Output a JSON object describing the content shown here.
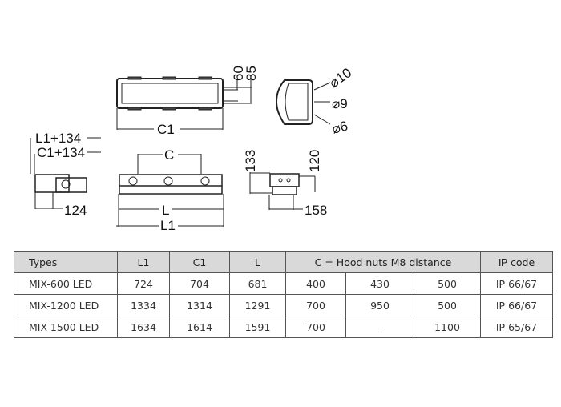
{
  "drawing": {
    "top_view": {
      "width_label": "C1",
      "dim_a": "60",
      "dim_b": "85"
    },
    "end_view": {
      "d1": "⌀10",
      "d2": "⌀9",
      "d3": "⌀6"
    },
    "side_view": {
      "top1": "L1+134",
      "top2": "C1+134",
      "bottom": "124"
    },
    "front_view": {
      "top": "C",
      "bottom1": "L",
      "bottom2": "L1"
    },
    "end_side_view": {
      "h1": "133",
      "h2": "120",
      "w": "158"
    }
  },
  "table": {
    "headers": [
      "Types",
      "L1",
      "C1",
      "L",
      "C = Hood nuts M8 distance",
      "IP code"
    ],
    "rows": [
      [
        "MIX-600 LED",
        "724",
        "704",
        "681",
        "400",
        "430",
        "500",
        "IP 66/67"
      ],
      [
        "MIX-1200 LED",
        "1334",
        "1314",
        "1291",
        "700",
        "950",
        "500",
        "IP 66/67"
      ],
      [
        "MIX-1500 LED",
        "1634",
        "1614",
        "1591",
        "700",
        "-",
        "1100",
        "IP 65/67"
      ]
    ]
  }
}
